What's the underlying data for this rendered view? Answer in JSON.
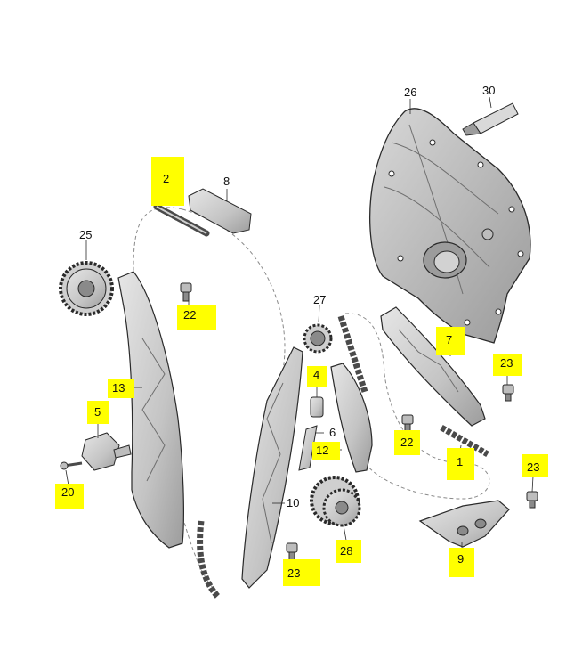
{
  "diagram": {
    "callouts": [
      {
        "id": "c2",
        "number": "2",
        "highlighted": true
      },
      {
        "id": "c8",
        "number": "8",
        "highlighted": false
      },
      {
        "id": "c25",
        "number": "25",
        "highlighted": false
      },
      {
        "id": "c22a",
        "number": "22",
        "highlighted": true
      },
      {
        "id": "c13",
        "number": "13",
        "highlighted": true
      },
      {
        "id": "c5",
        "number": "5",
        "highlighted": true
      },
      {
        "id": "c20",
        "number": "20",
        "highlighted": true
      },
      {
        "id": "c27",
        "number": "27",
        "highlighted": false
      },
      {
        "id": "c4",
        "number": "4",
        "highlighted": true
      },
      {
        "id": "c6",
        "number": "6",
        "highlighted": false
      },
      {
        "id": "c12",
        "number": "12",
        "highlighted": true
      },
      {
        "id": "c10",
        "number": "10",
        "highlighted": false
      },
      {
        "id": "c23a",
        "number": "23",
        "highlighted": true
      },
      {
        "id": "c28",
        "number": "28",
        "highlighted": true
      },
      {
        "id": "c26",
        "number": "26",
        "highlighted": false
      },
      {
        "id": "c30",
        "number": "30",
        "highlighted": false
      },
      {
        "id": "c7",
        "number": "7",
        "highlighted": true
      },
      {
        "id": "c23b",
        "number": "23",
        "highlighted": true
      },
      {
        "id": "c22b",
        "number": "22",
        "highlighted": true
      },
      {
        "id": "c1",
        "number": "1",
        "highlighted": true
      },
      {
        "id": "c23c",
        "number": "23",
        "highlighted": true
      },
      {
        "id": "c9",
        "number": "9",
        "highlighted": true
      }
    ],
    "colors": {
      "highlight": "#ffff00",
      "part_fill": "#d4d4d4",
      "part_shade": "#a9a9a9",
      "part_dark": "#6e6e6e",
      "outline": "#2a2a2a",
      "chain_path": "#8a8a8a"
    }
  }
}
